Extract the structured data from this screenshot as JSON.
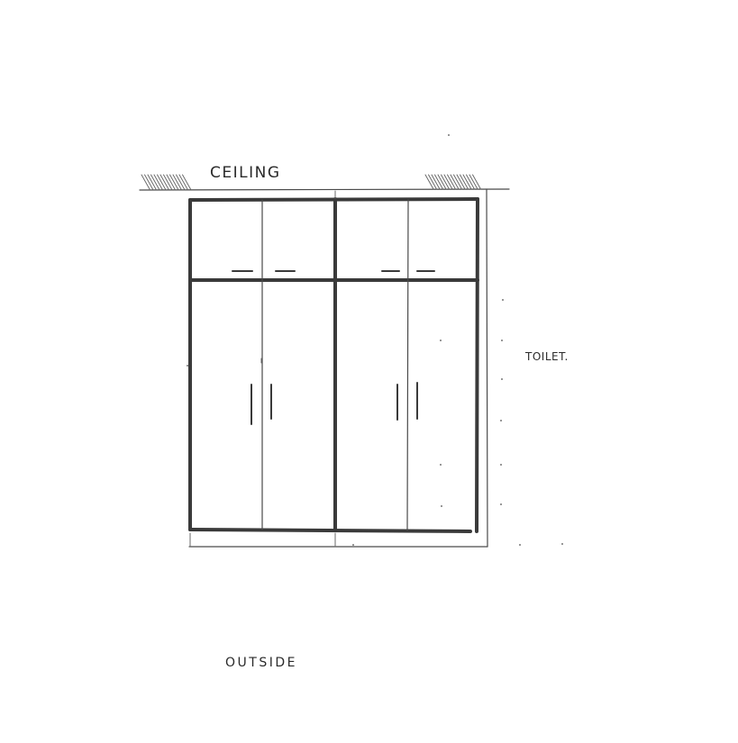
{
  "labels": {
    "ceiling": "CEILING",
    "side": "TOILET.",
    "bottom": "OUTSIDE"
  },
  "wardrobe": {
    "modules": 2,
    "doors_per_module": 2
  },
  "colors": {
    "ink": "#3a3a3a",
    "paper": "#ffffff"
  }
}
